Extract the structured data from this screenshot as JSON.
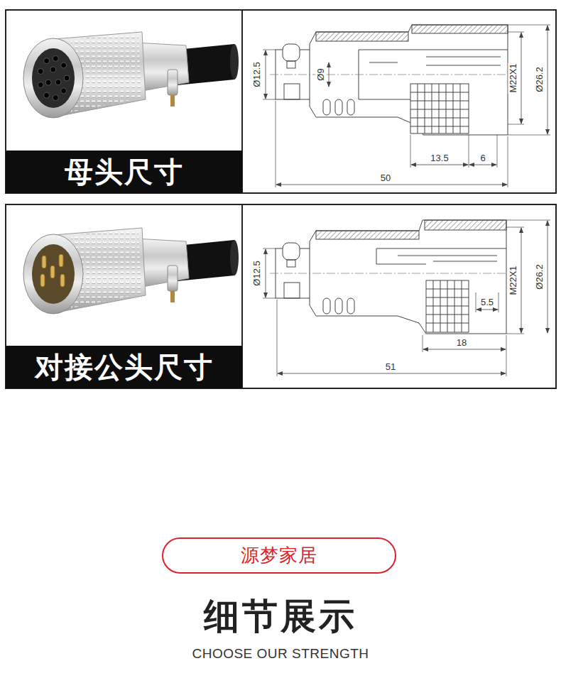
{
  "diagram": {
    "nodes": [
      {
        "text": [
          "母头尺寸"
        ]
      },
      {
        "text": [
          "对接公头尺寸"
        ]
      },
      {
        "text": [
          "源梦家居"
        ]
      }
    ],
    "labels": [
      "Ø12.5",
      "Ø9",
      "M22X1",
      "Ø26.2",
      "13.5",
      "6",
      "50",
      "Ø12.5",
      "M22X1",
      "Ø26.2",
      "5.5",
      "18",
      "51",
      "细节展示",
      "CHOOSE OUR STRENGTH"
    ]
  }
}
